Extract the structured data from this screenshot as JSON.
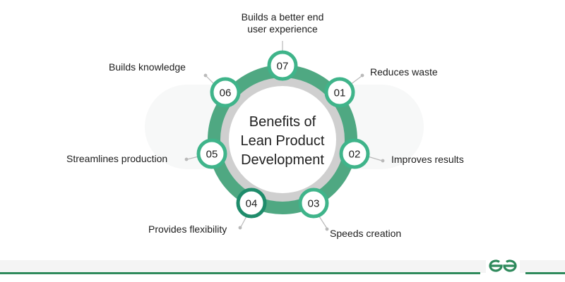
{
  "diagram": {
    "title_lines": [
      "Benefits of",
      "Lean Product",
      "Development"
    ],
    "nodes": [
      {
        "number": "01",
        "label": "Reduces waste"
      },
      {
        "number": "02",
        "label": "Improves results"
      },
      {
        "number": "03",
        "label": "Speeds creation"
      },
      {
        "number": "04",
        "label": "Provides flexibility",
        "highlighted": true
      },
      {
        "number": "05",
        "label": "Streamlines production"
      },
      {
        "number": "06",
        "label": "Builds knowledge"
      },
      {
        "number": "07",
        "label_lines": [
          "Builds a better end",
          "user experience"
        ]
      }
    ],
    "colors": {
      "ring": "#4fa882",
      "node_border": "#3fb48a",
      "node_highlight_border": "#1f8c6b",
      "inner_band": "#cfcfcf",
      "text": "#1d1d1d"
    }
  },
  "footer": {
    "logo": "geeksforgeeks-logo",
    "line_color": "#2f8a5c"
  }
}
